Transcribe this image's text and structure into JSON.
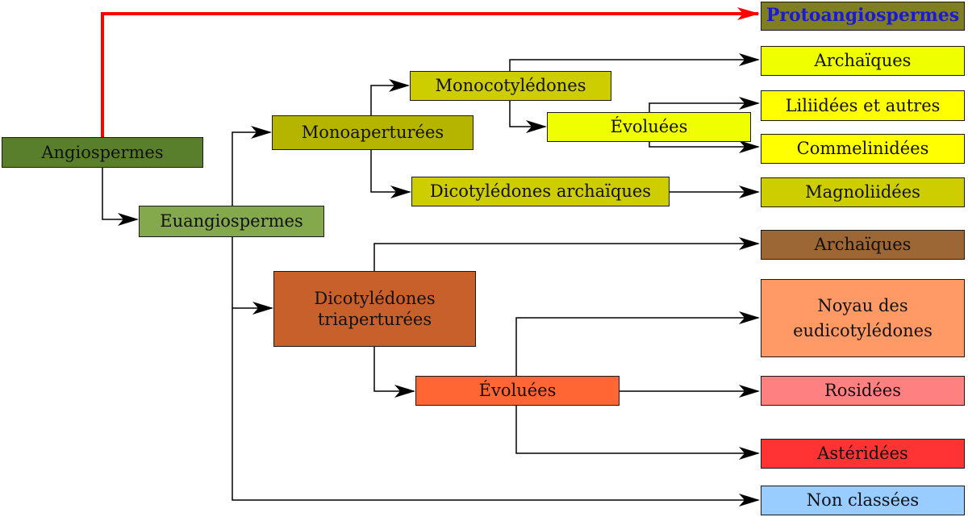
{
  "nodes": {
    "angiospermes": {
      "label": "Angiospermes",
      "color": "#5a7f2c"
    },
    "protoangiospermes": {
      "label": "Protoangiospermes",
      "color": "#7f7f22",
      "text_color": "#1a1ad6"
    },
    "euangiospermes": {
      "label": "Euangiospermes",
      "color": "#84a84c"
    },
    "monoapertures": {
      "label": "Monoaperturées",
      "color": "#b5b500"
    },
    "monocotyledones": {
      "label": "Monocotylédones",
      "color": "#cdcd00"
    },
    "mono_evoluees": {
      "label": "Évoluées",
      "color": "#efff00"
    },
    "mono_archaiques": {
      "label": "Archaïques",
      "color": "#f0ff00"
    },
    "liliidees": {
      "label": "Liliidées et autres",
      "color": "#ffff00"
    },
    "commelinidees": {
      "label": "Commelinidées",
      "color": "#ffff00"
    },
    "dicot_archaiques": {
      "label": "Dicotylédones archaïques",
      "color": "#cdcd00"
    },
    "magnoliidees": {
      "label": "Magnoliidées",
      "color": "#cdcd00"
    },
    "dicot_tri": {
      "label": "Dicotylédones triaperturées",
      "color": "#c8602c"
    },
    "dicot_archaiques_right": {
      "label": "Archaïques",
      "color": "#9c6635"
    },
    "tri_evoluees": {
      "label": "Évoluées",
      "color": "#ff6633"
    },
    "noyau": {
      "label": "Noyau des eudicotylédones",
      "color": "#ff9966"
    },
    "rosidees": {
      "label": "Rosidées",
      "color": "#ff8080"
    },
    "asteridees": {
      "label": "Astéridées",
      "color": "#ff3333"
    },
    "non_classees": {
      "label": "Non classées",
      "color": "#99ccff"
    }
  },
  "colors": {
    "edge": "#000000",
    "highlight_edge": "#ff0000"
  }
}
